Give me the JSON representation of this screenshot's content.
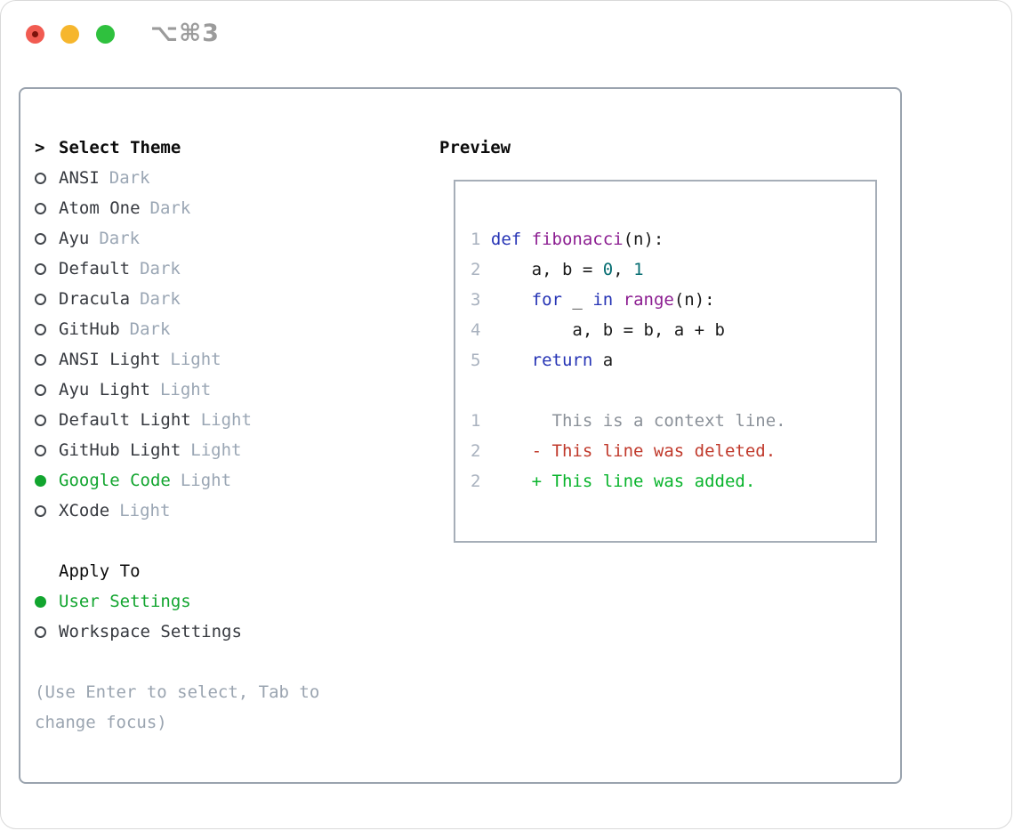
{
  "window": {
    "shortcut": "⌥⌘3"
  },
  "theme_list": {
    "header_prefix": ">",
    "header": "Select Theme",
    "items": [
      {
        "name": "ANSI",
        "variant": "Dark",
        "selected": false
      },
      {
        "name": "Atom One",
        "variant": "Dark",
        "selected": false
      },
      {
        "name": "Ayu",
        "variant": "Dark",
        "selected": false
      },
      {
        "name": "Default",
        "variant": "Dark",
        "selected": false
      },
      {
        "name": "Dracula",
        "variant": "Dark",
        "selected": false
      },
      {
        "name": "GitHub",
        "variant": "Dark",
        "selected": false
      },
      {
        "name": "ANSI Light",
        "variant": "Light",
        "selected": false
      },
      {
        "name": "Ayu Light",
        "variant": "Light",
        "selected": false
      },
      {
        "name": "Default Light",
        "variant": "Light",
        "selected": false
      },
      {
        "name": "GitHub Light",
        "variant": "Light",
        "selected": false
      },
      {
        "name": "Google Code",
        "variant": "Light",
        "selected": true
      },
      {
        "name": "XCode",
        "variant": "Light",
        "selected": false
      }
    ]
  },
  "apply_to": {
    "header": "Apply To",
    "options": [
      {
        "label": "User Settings",
        "selected": true
      },
      {
        "label": "Workspace Settings",
        "selected": false
      }
    ]
  },
  "help": {
    "line1": "(Use Enter to select, Tab to",
    "line2": "change focus)"
  },
  "preview": {
    "title": "Preview",
    "code": [
      {
        "tokens": [
          {
            "c": "num",
            "t": "1 "
          },
          {
            "c": "kw",
            "t": "def "
          },
          {
            "c": "fn",
            "t": "fibonacci"
          },
          {
            "c": "pl",
            "t": "(n):"
          }
        ]
      },
      {
        "tokens": [
          {
            "c": "num",
            "t": "2 "
          },
          {
            "c": "pl",
            "t": "    a, b = "
          },
          {
            "c": "lit",
            "t": "0"
          },
          {
            "c": "pl",
            "t": ", "
          },
          {
            "c": "lit",
            "t": "1"
          }
        ]
      },
      {
        "tokens": [
          {
            "c": "num",
            "t": "3 "
          },
          {
            "c": "pl",
            "t": "    "
          },
          {
            "c": "kw",
            "t": "for"
          },
          {
            "c": "pl",
            "t": " _ "
          },
          {
            "c": "kw",
            "t": "in"
          },
          {
            "c": "pl",
            "t": " "
          },
          {
            "c": "fn",
            "t": "range"
          },
          {
            "c": "pl",
            "t": "(n):"
          }
        ]
      },
      {
        "tokens": [
          {
            "c": "num",
            "t": "4 "
          },
          {
            "c": "pl",
            "t": "        a, b = b, a + b"
          }
        ]
      },
      {
        "tokens": [
          {
            "c": "num",
            "t": "5 "
          },
          {
            "c": "pl",
            "t": "    "
          },
          {
            "c": "kw",
            "t": "return"
          },
          {
            "c": "pl",
            "t": " a"
          }
        ]
      }
    ],
    "diff": [
      {
        "num": "1",
        "text": "       This is a context line.",
        "kind": "context"
      },
      {
        "num": "2",
        "text": "     - This line was deleted.",
        "kind": "deleted"
      },
      {
        "num": "2",
        "text": "     + This line was added.",
        "kind": "added"
      }
    ]
  },
  "colors": {
    "accent_green": "#12a52f",
    "keyword": "#2634b5",
    "function": "#8c1e91",
    "number_literal": "#076e72",
    "deleted_red": "#c0392b",
    "added_green": "#09b42c",
    "line_number": "#a9b2bf",
    "context_gray": "#8b9199",
    "muted": "#9aa6b4",
    "item_text": "#36393f",
    "help_gray": "#9aa4b0",
    "panel_border": "#9aa3ae",
    "preview_border": "#a6aeb8",
    "traffic_red": "#f15b51",
    "traffic_yellow": "#f6b62d",
    "traffic_green": "#2fc13e"
  }
}
